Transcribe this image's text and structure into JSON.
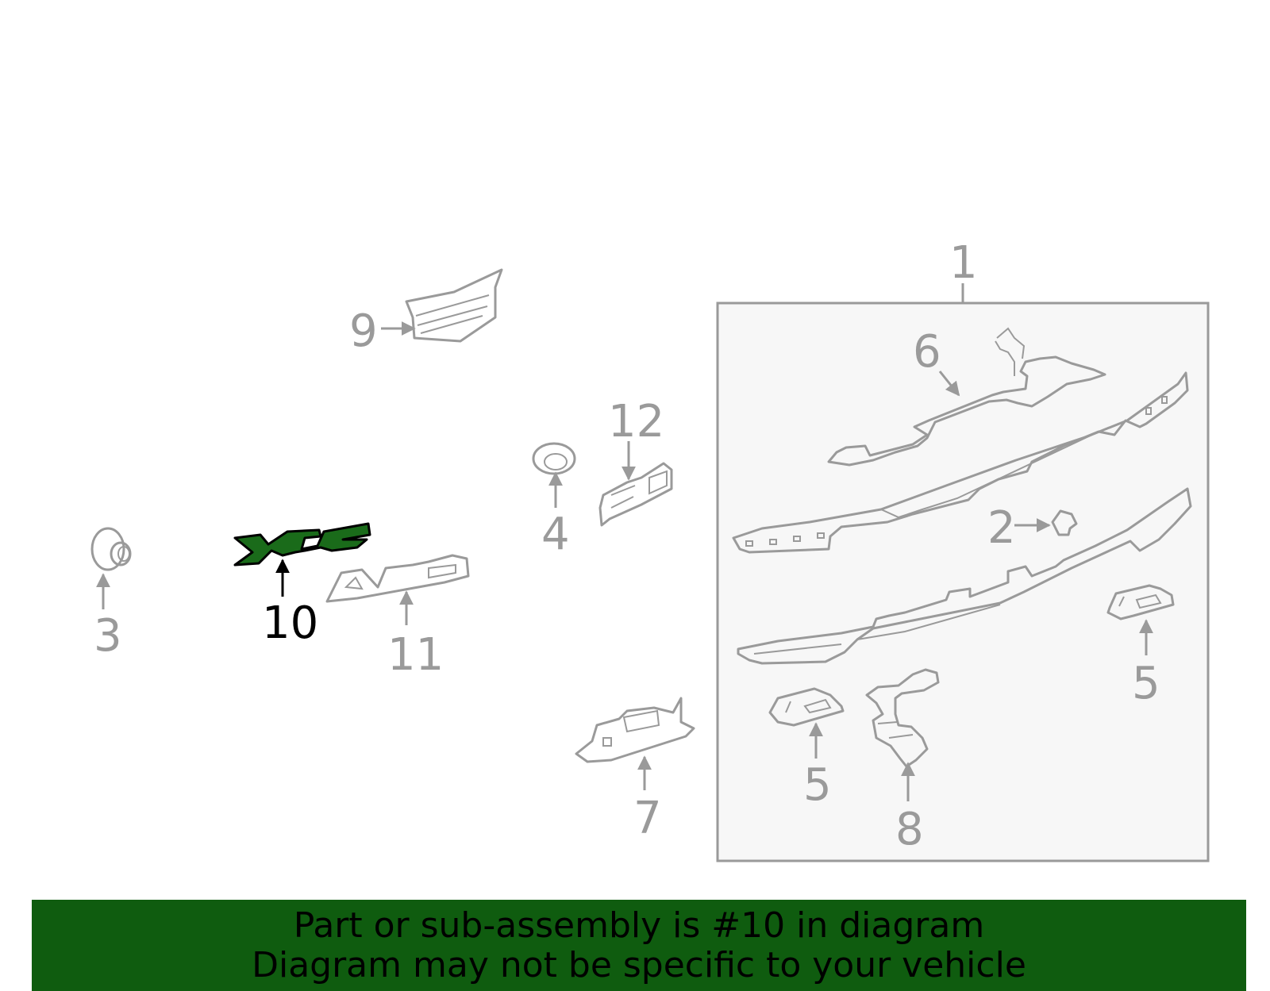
{
  "colors": {
    "banner": "#0f5c0f",
    "highlight_fill": "#1a6b1a",
    "line": "#9a9a9a",
    "highlight_label": "#000000",
    "box_fill": "#f7f7f7"
  },
  "callouts": {
    "c1": "1",
    "c2": "2",
    "c3": "3",
    "c4": "4",
    "c5a": "5",
    "c5b": "5",
    "c6": "6",
    "c7": "7",
    "c8": "8",
    "c9": "9",
    "c10": "10",
    "c11": "11",
    "c12": "12"
  },
  "highlighted_part": "10",
  "banner": {
    "line1": "Part or sub-assembly is #10 in diagram",
    "line2": "Diagram may not be specific to your vehicle"
  }
}
